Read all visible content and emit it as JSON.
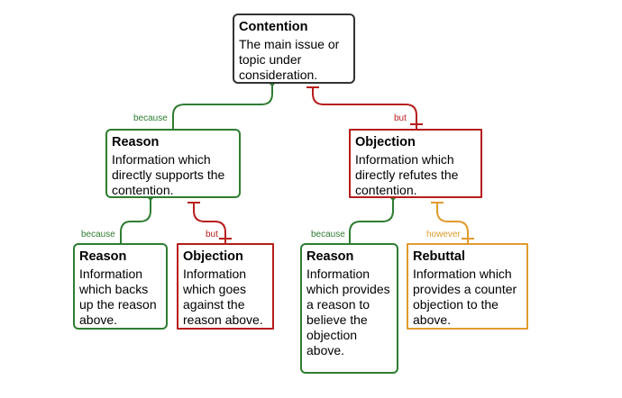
{
  "colors": {
    "neutral": "#333333",
    "support": "#2e7d32",
    "object": "#b71c1c",
    "rebut": "#e09b2d"
  },
  "nodes": {
    "contention": {
      "title": "Contention",
      "desc": "The main issue or topic under consideration."
    },
    "reason_main": {
      "title": "Reason",
      "desc": "Information which directly supports the contention."
    },
    "objection_main": {
      "title": "Objection",
      "desc": "Information which directly  refutes the contention."
    },
    "reason_sub": {
      "title": "Reason",
      "desc": "Information which backs up the reason above."
    },
    "objection_sub": {
      "title": "Objection",
      "desc": "Information which goes against the reason above."
    },
    "reason_obj": {
      "title": "Reason",
      "desc": "Information which provides a reason to believe the objection above."
    },
    "rebuttal": {
      "title": "Rebuttal",
      "desc": "Information which provides a counter objection to the above."
    }
  },
  "links": {
    "because": "because",
    "but": "but",
    "however": "however"
  }
}
